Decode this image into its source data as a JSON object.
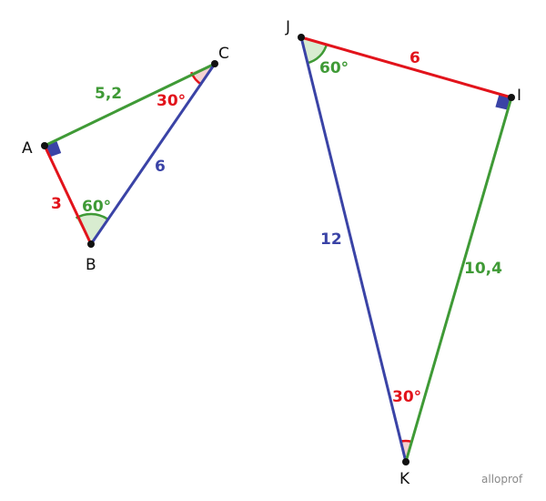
{
  "colors": {
    "red": "#e2131b",
    "green": "#3f9a36",
    "blue": "#3a43a6",
    "ink": "#111111",
    "angle_fill": "#d8ecd0",
    "angle_fill_red": "#f4d2d2",
    "watermark": "#8a8a8a"
  },
  "triangle_abc": {
    "vertices": {
      "a": "A",
      "b": "B",
      "c": "C"
    },
    "sides": {
      "ac": "5,2",
      "ab": "3",
      "bc": "6"
    },
    "angles": {
      "b": "60°",
      "c": "30°"
    }
  },
  "triangle_jik": {
    "vertices": {
      "j": "J",
      "i": "I",
      "k": "K"
    },
    "sides": {
      "ji": "6",
      "jk": "12",
      "ik": "10,4"
    },
    "angles": {
      "j": "60°",
      "k": "30°"
    }
  },
  "watermark": "alloprof"
}
